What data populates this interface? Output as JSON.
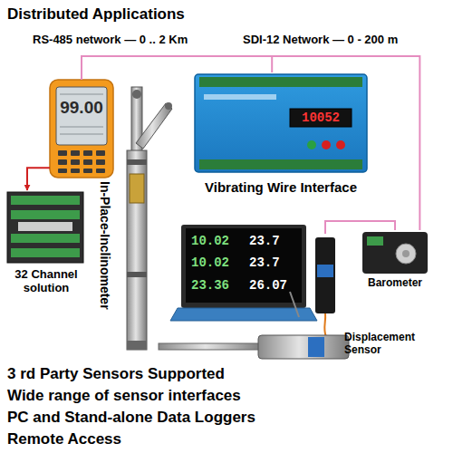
{
  "diagram": {
    "title": "Distributed Applications",
    "nodes": [
      {
        "text": [
          "99.00"
        ]
      },
      {
        "text": [
          "In-Place-Inclinometer"
        ]
      },
      {
        "text": [
          "10052",
          "Vibrating Wire Interface"
        ]
      },
      {
        "text": [
          "32 Channel solution"
        ]
      },
      {
        "text": [
          "10.02",
          "23.7",
          "10.02",
          "23.7",
          "23.36",
          "26.07"
        ]
      },
      {
        "text": [
          "Displacement Sensor"
        ]
      },
      {
        "text": [
          "Barometer"
        ]
      }
    ],
    "edges": [
      {
        "from": 0,
        "to": 3,
        "arrow": "to"
      },
      {
        "from": 0,
        "to": 2,
        "arrow": "none"
      },
      {
        "from": 0,
        "to": 6,
        "arrow": "none"
      },
      {
        "from": 5,
        "to": 6,
        "arrow": "none"
      }
    ],
    "labels": [
      "RS-485 network — 0 .. 2 Km",
      "SDI-12 Network — 0 - 200 m",
      "3 rd Party Sensors Supported",
      "Wide range of sensor interfaces",
      "PC and Stand-alone Data Loggers",
      "Remote Access"
    ]
  }
}
